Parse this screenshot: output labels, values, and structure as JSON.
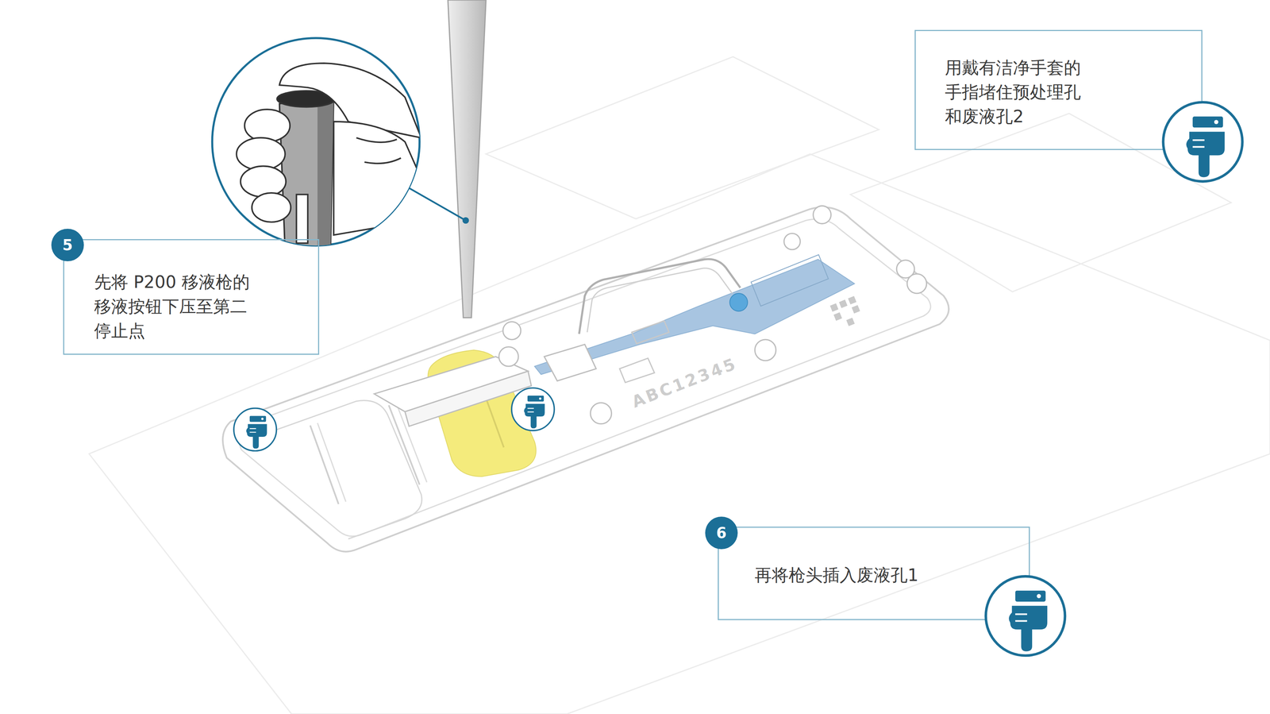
{
  "diagram": {
    "nodes": [
      {
        "text": [
          "5",
          "先将 P200 移液枪的 移液按钮下压至第二 停止点"
        ]
      },
      {
        "text": [
          "用戴有洁净手套的 手指堵住预处理孔 和废液孔2"
        ]
      },
      {
        "text": [
          "6",
          "再将枪头插入废液孔1"
        ]
      }
    ],
    "labels": [
      "ABC12345"
    ]
  }
}
